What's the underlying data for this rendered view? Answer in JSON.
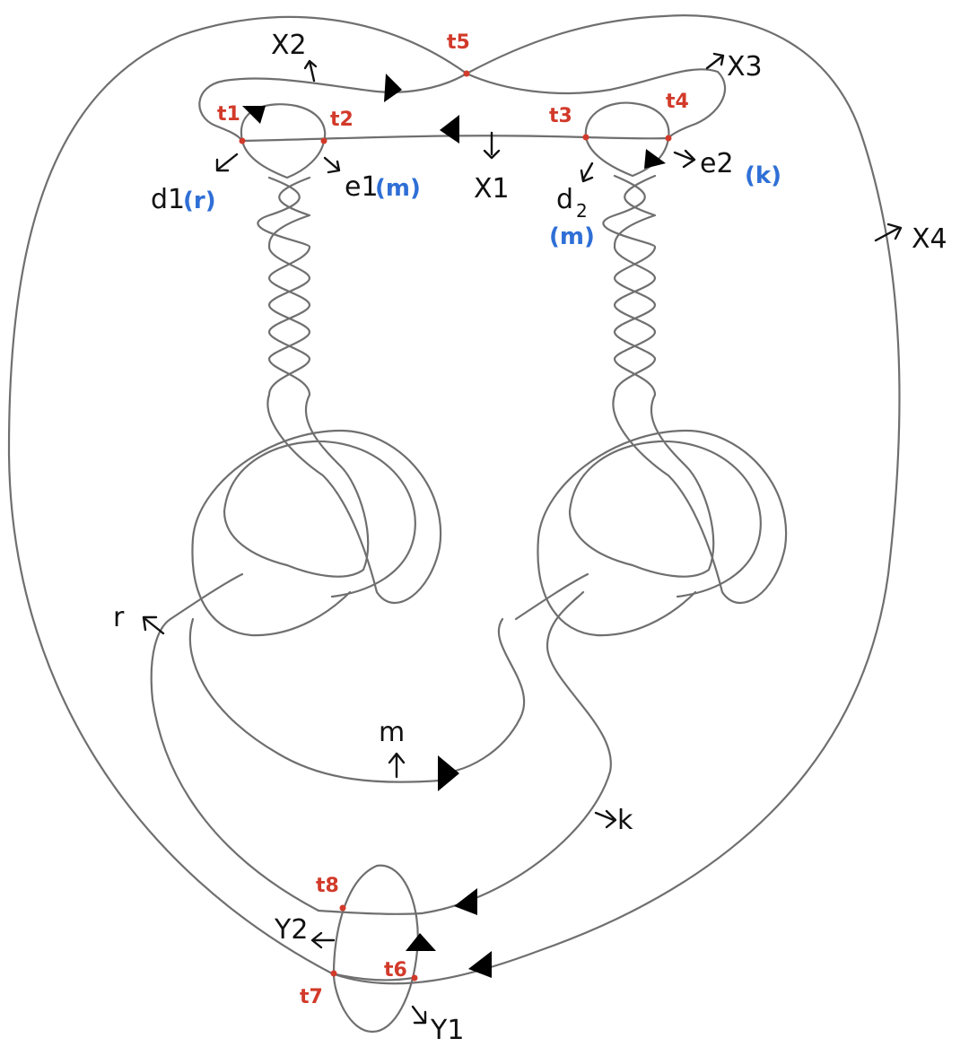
{
  "points": {
    "t1": "t1",
    "t2": "t2",
    "t3": "t3",
    "t4": "t4",
    "t5": "t5",
    "t6": "t6",
    "t7": "t7",
    "t8": "t8"
  },
  "generators": {
    "x1": "X1",
    "x2": "X2",
    "x3": "X3",
    "x4": "X4",
    "d1": "d1",
    "d1_tag": "(r)",
    "e1": "e1",
    "e1_tag": "(m)",
    "d2": "d",
    "d2_sub": "2",
    "d2_tag": "(m)",
    "e2": "e2",
    "e2_tag": "(k)",
    "r": "r",
    "m": "m",
    "k": "k",
    "y1": "Y1",
    "y2": "Y2"
  },
  "colors": {
    "strand": "#6f6f6f",
    "point": "#d23a2a",
    "label": "#111111",
    "tag": "#2f6fd6"
  }
}
